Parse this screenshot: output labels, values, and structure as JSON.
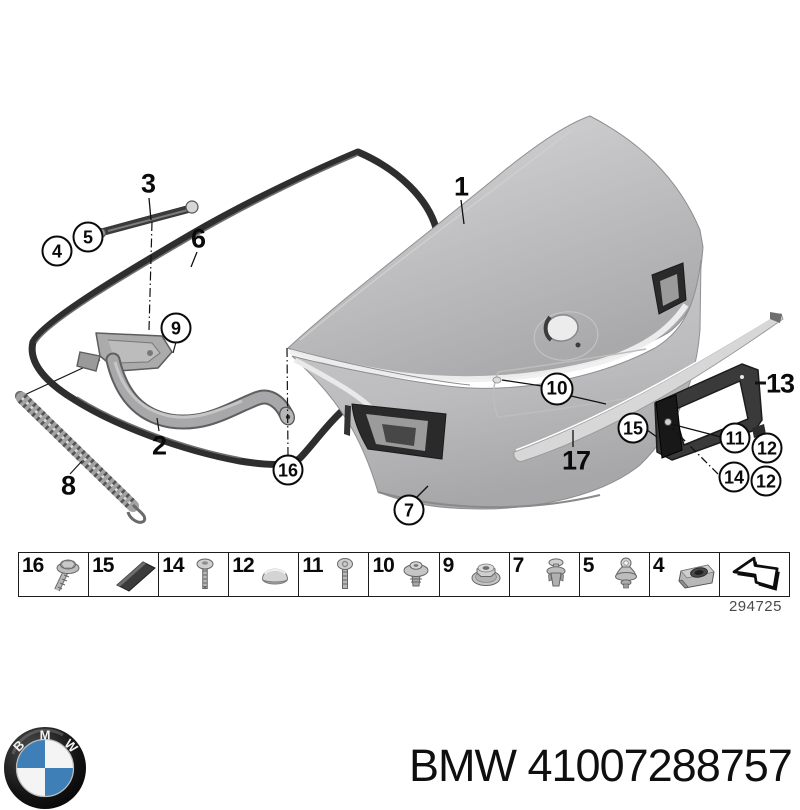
{
  "diagram": {
    "drawing_number": "294725",
    "callouts": {
      "item1": "1",
      "item2": "2",
      "item3": "3",
      "item4": "4",
      "item5": "5",
      "item6": "6",
      "item7": "7",
      "item8": "8",
      "item9": "9",
      "item10": "10",
      "item11": "11",
      "item12": "12",
      "item12b": "12",
      "item13": "13",
      "item14": "14",
      "item15": "15",
      "item16": "16",
      "item17": "17"
    },
    "parts": {
      "trunk_lid": "1",
      "hinge_arm": "2",
      "gas_strut": "3",
      "weatherstrip": "6",
      "torsion_spring": "8",
      "spoiler_strip": "17",
      "license_plate_bracket": "13"
    }
  },
  "parts_table": {
    "cells": [
      {
        "no": "16",
        "icon": "screw-washer"
      },
      {
        "no": "15",
        "icon": "adhesive-pad"
      },
      {
        "no": "14",
        "icon": "tapping-screw"
      },
      {
        "no": "12",
        "icon": "cap-plug"
      },
      {
        "no": "11",
        "icon": "torx-screw"
      },
      {
        "no": "10",
        "icon": "grommet"
      },
      {
        "no": "9",
        "icon": "flange-nut"
      },
      {
        "no": "7",
        "icon": "expanding-clip"
      },
      {
        "no": "5",
        "icon": "ball-stud-clip"
      },
      {
        "no": "4",
        "icon": "cage-nut"
      },
      {
        "no": "",
        "icon": "return-arrow"
      }
    ]
  },
  "footer": {
    "make": "BMW",
    "part_number": "41007288757",
    "logo_letters": [
      "B",
      "M",
      "W"
    ],
    "logo_blue": "#3E7FB8"
  },
  "colors": {
    "body_panel_gray": "#bfbfc1",
    "seal_dark": "#2e2e2e",
    "line_black": "#111111"
  }
}
